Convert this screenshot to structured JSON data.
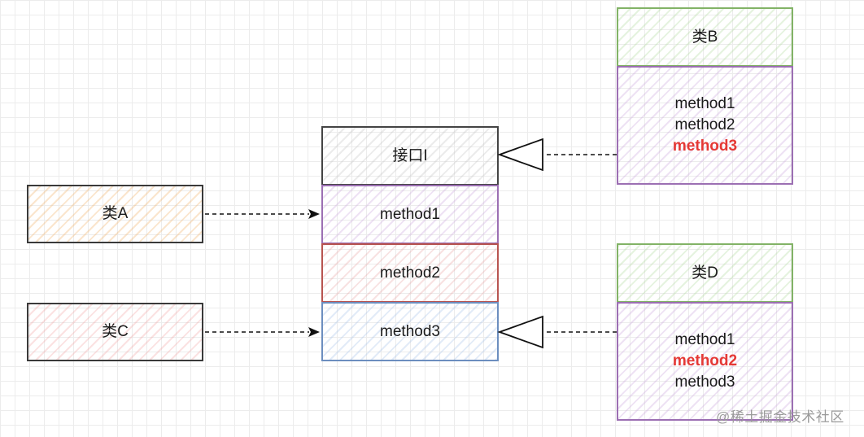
{
  "class_a": {
    "label": "类A"
  },
  "class_c": {
    "label": "类C"
  },
  "interface_i": {
    "title": "接口I",
    "methods": [
      "method1",
      "method2",
      "method3"
    ]
  },
  "class_b": {
    "title": "类B",
    "methods": [
      "method1",
      "method2",
      "method3"
    ],
    "highlighted_method": "method3"
  },
  "class_d": {
    "title": "类D",
    "methods": [
      "method1",
      "method2",
      "method3"
    ],
    "highlighted_method": "method2"
  },
  "watermark": "@稀土掘金技术社区",
  "colors": {
    "highlight": "#e53935",
    "orange_stroke": "#3a3a3a",
    "purple_stroke": "#9c6fb3",
    "red_stroke": "#b85450",
    "blue_stroke": "#6c8ebf",
    "green_stroke": "#82b366"
  }
}
